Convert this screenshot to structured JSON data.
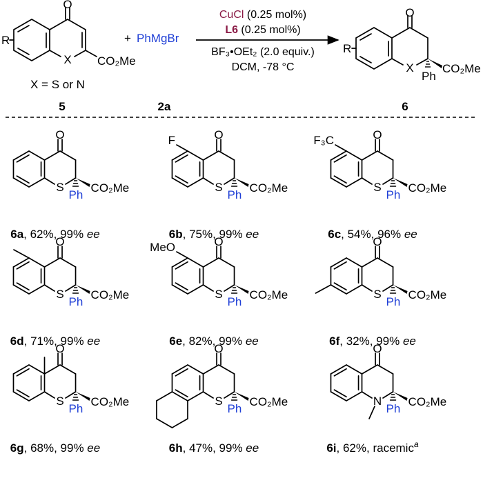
{
  "colors": {
    "black": "#000000",
    "blue": "#1f3fd6",
    "maroon": "#8a1a45"
  },
  "scheme": {
    "reactant1": {
      "substituent": "R",
      "carbonyl": "O",
      "hetero": "X",
      "ester": "CO₂Me",
      "note": "X = S or N",
      "label": "5"
    },
    "plus": "+",
    "reagent": {
      "text": "PhMgBr",
      "label": "2a"
    },
    "conditions": {
      "catalyst_name": "CuCl",
      "catalyst_loading": " (0.25 mol%)",
      "ligand_name": "L6",
      "ligand_loading": " (0.25 mol%)",
      "additive": "BF₃•OEt₂ (2.0 equiv.)",
      "solvent_temp": "DCM, -78 °C"
    },
    "product": {
      "substituent": "R",
      "carbonyl": "O",
      "hetero": "X",
      "ester": "CO₂Me",
      "aryl": "Ph",
      "label": "6"
    }
  },
  "products": [
    {
      "id": "6a",
      "yield": ", 62%, 99% ",
      "ee": "ee",
      "sub": "",
      "hetero": "S",
      "ester": "CO₂Me",
      "aryl": "Ph",
      "carbonyl": "O"
    },
    {
      "id": "6b",
      "yield": ", 75%, 99% ",
      "ee": "ee",
      "sub": "F",
      "hetero": "S",
      "ester": "CO₂Me",
      "aryl": "Ph",
      "carbonyl": "O"
    },
    {
      "id": "6c",
      "yield": ", 54%, 96% ",
      "ee": "ee",
      "sub": "F₃C",
      "hetero": "S",
      "ester": "CO₂Me",
      "aryl": "Ph",
      "carbonyl": "O"
    },
    {
      "id": "6d",
      "yield": ", 71%, 99% ",
      "ee": "ee",
      "sub": "",
      "hetero": "S",
      "ester": "CO₂Me",
      "aryl": "Ph",
      "carbonyl": "O"
    },
    {
      "id": "6e",
      "yield": ", 82%, 99% ",
      "ee": "ee",
      "sub": "MeO",
      "hetero": "S",
      "ester": "CO₂Me",
      "aryl": "Ph",
      "carbonyl": "O"
    },
    {
      "id": "6f",
      "yield": ", 32%, 99% ",
      "ee": "ee",
      "sub": "",
      "hetero": "S",
      "ester": "CO₂Me",
      "aryl": "Ph",
      "carbonyl": "O"
    },
    {
      "id": "6g",
      "yield": ", 68%, 99% ",
      "ee": "ee",
      "sub": "",
      "hetero": "S",
      "ester": "CO₂Me",
      "aryl": "Ph",
      "carbonyl": "O"
    },
    {
      "id": "6h",
      "yield": ", 47%, 99% ",
      "ee": "ee",
      "sub": "",
      "hetero": "S",
      "ester": "CO₂Me",
      "aryl": "Ph",
      "carbonyl": "O"
    },
    {
      "id": "6i",
      "yield": ", 62%, racemic",
      "ee": "a",
      "sub": "",
      "hetero": "N",
      "ester": "CO₂Me",
      "aryl": "Ph",
      "carbonyl": "O"
    }
  ]
}
